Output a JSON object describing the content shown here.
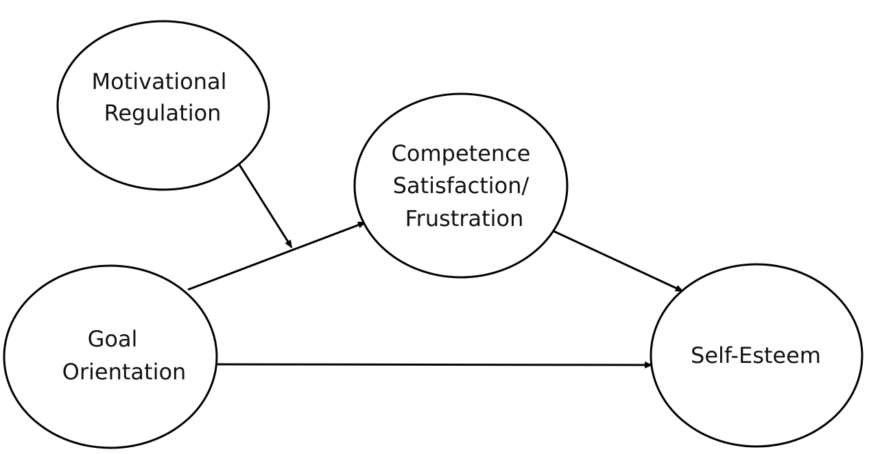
{
  "diagram": {
    "nodes": {
      "motivational_regulation": {
        "line1": "Motivational",
        "line2": "Regulation"
      },
      "competence": {
        "line1": "Competence",
        "line2": "Satisfaction/",
        "line3": "Frustration"
      },
      "goal_orientation": {
        "line1": "Goal",
        "line2": "Orientation"
      },
      "self_esteem": {
        "line1": "Self-Esteem"
      }
    },
    "edges": [
      {
        "from": "Motivational Regulation",
        "to": "Goal Orientation → Competence path"
      },
      {
        "from": "Goal Orientation",
        "to": "Competence Satisfaction/Frustration"
      },
      {
        "from": "Competence Satisfaction/Frustration",
        "to": "Self-Esteem"
      },
      {
        "from": "Goal Orientation",
        "to": "Self-Esteem"
      }
    ],
    "colors": {
      "stroke": "#000000",
      "background": "#ffffff"
    }
  }
}
